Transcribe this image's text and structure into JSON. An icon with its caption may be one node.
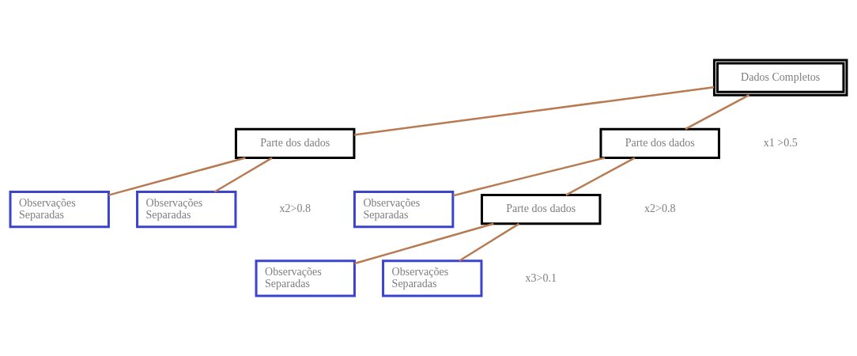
{
  "diagram": {
    "nodes": [
      {
        "text": [
          "Dados Completos"
        ]
      },
      {
        "text": [
          "Parte dos dados"
        ]
      },
      {
        "text": [
          "Parte dos dados"
        ]
      },
      {
        "text": [
          "Observações Separadas"
        ]
      },
      {
        "text": [
          "Observações Separadas"
        ]
      },
      {
        "text": [
          "Observações Separadas"
        ]
      },
      {
        "text": [
          "Parte dos dados"
        ]
      },
      {
        "text": [
          "Observações Separadas"
        ]
      },
      {
        "text": [
          "Observações Separadas"
        ]
      }
    ],
    "edges": [
      {
        "from": 0,
        "to": 1,
        "arrow": "none"
      },
      {
        "from": 0,
        "to": 2,
        "arrow": "none"
      },
      {
        "from": 1,
        "to": 3,
        "arrow": "none"
      },
      {
        "from": 1,
        "to": 4,
        "arrow": "none"
      },
      {
        "from": 2,
        "to": 5,
        "arrow": "none"
      },
      {
        "from": 2,
        "to": 6,
        "arrow": "none"
      },
      {
        "from": 6,
        "to": 7,
        "arrow": "none"
      },
      {
        "from": 6,
        "to": 8,
        "arrow": "none"
      }
    ],
    "labels": [
      "x1 >0.5",
      "x2>0.8",
      "x2>0.8",
      "x3>0.1"
    ]
  }
}
